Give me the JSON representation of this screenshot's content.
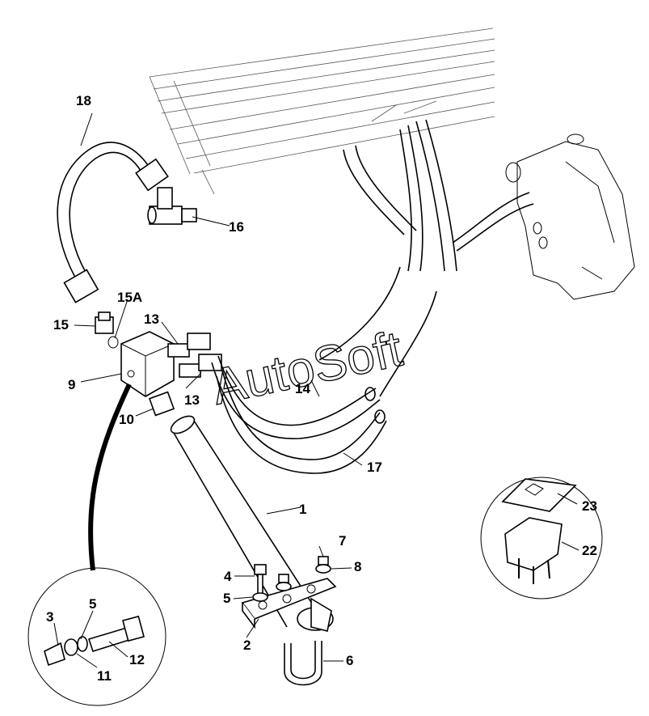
{
  "labels": {
    "l1": "1",
    "l2": "2",
    "l3": "3",
    "l4": "4",
    "l5a": "5",
    "l5b": "5",
    "l6": "6",
    "l7": "7",
    "l8": "8",
    "l9": "9",
    "l10": "10",
    "l11": "11",
    "l12": "12",
    "l13a": "13",
    "l13b": "13",
    "l14": "14",
    "l15": "15",
    "l15a": "15A",
    "l16": "16",
    "l17": "17",
    "l18": "18",
    "l22": "22",
    "l23": "23"
  },
  "watermark": "AutoSoft"
}
